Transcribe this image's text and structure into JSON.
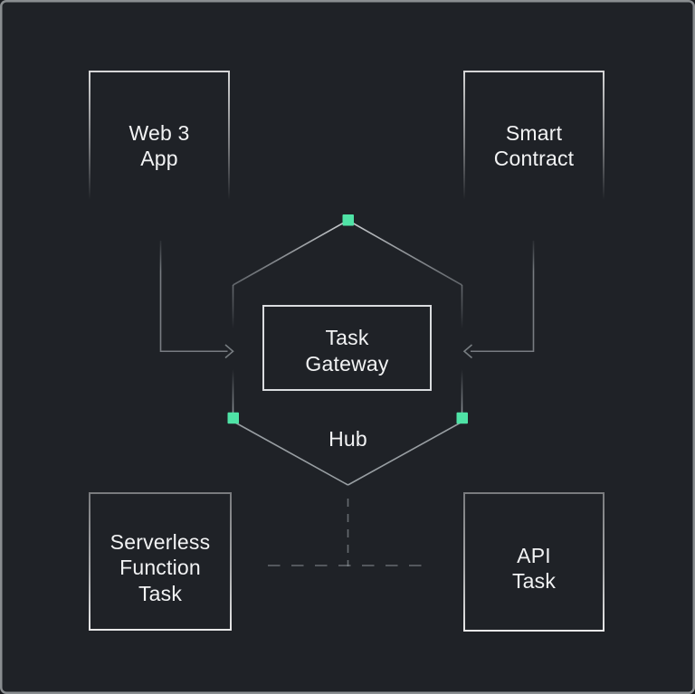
{
  "colors": {
    "background": "#1f2227",
    "frame_border": "#8a8e91",
    "node_marker_green": "#4fe3a6",
    "line_gray": "#aeb4b9",
    "text": "#f2f3f4"
  },
  "nodes": {
    "web3_app": {
      "lines": [
        "Web 3",
        "App"
      ]
    },
    "smart_contract": {
      "lines": [
        "Smart",
        "Contract"
      ]
    },
    "task_gateway": {
      "lines": [
        "Task",
        "Gateway"
      ]
    },
    "serverless_function_task": {
      "lines": [
        "Serverless",
        "Function",
        "Task"
      ]
    },
    "api_task": {
      "lines": [
        "API",
        "Task"
      ]
    }
  },
  "labels": {
    "hub": "Hub"
  }
}
